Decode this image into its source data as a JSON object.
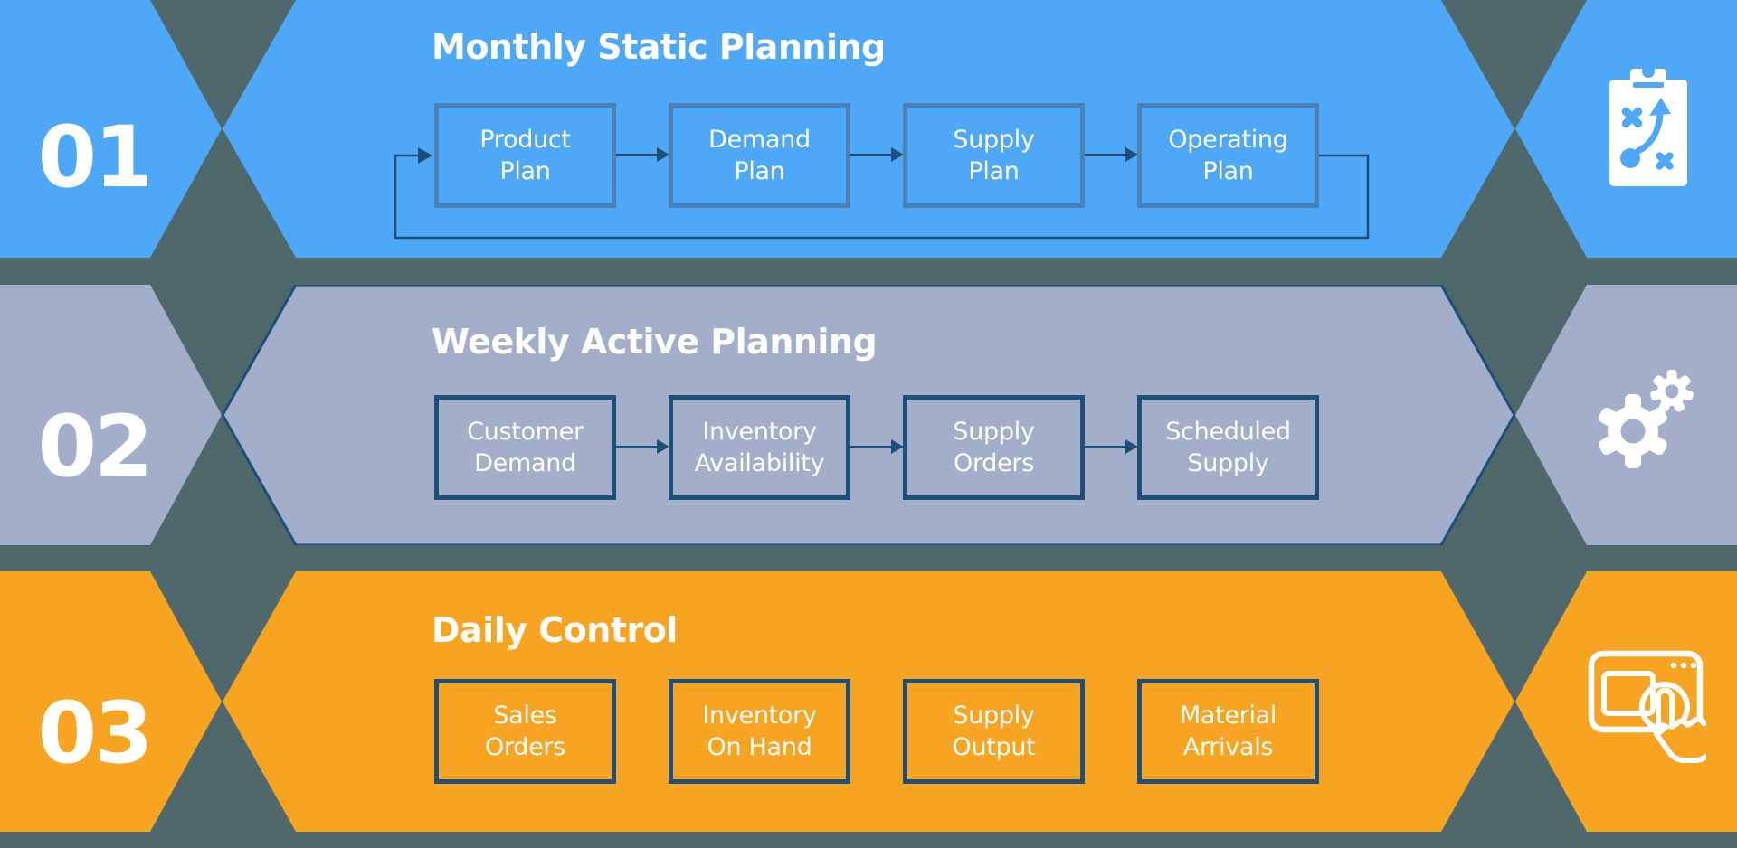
{
  "canvas": {
    "background": "#4E686B"
  },
  "colors": {
    "navy": "#1F4E79",
    "row1_blue": "#4FA7F7",
    "row1_box_border": "#4A80B4",
    "row2_lavender": "#A3AECB",
    "row3_orange": "#F8A423",
    "text_white": "#FFFFFF"
  },
  "rows": [
    {
      "number": "01",
      "title": "Monthly Static Planning",
      "icon": "strategy-clipboard-icon",
      "boxes": [
        {
          "line1": "Product",
          "line2": "Plan"
        },
        {
          "line1": "Demand",
          "line2": "Plan"
        },
        {
          "line1": "Supply",
          "line2": "Plan"
        },
        {
          "line1": "Operating",
          "line2": "Plan"
        }
      ]
    },
    {
      "number": "02",
      "title": "Weekly Active Planning",
      "icon": "gears-icon",
      "boxes": [
        {
          "line1": "Customer",
          "line2": "Demand"
        },
        {
          "line1": "Inventory",
          "line2": "Availability"
        },
        {
          "line1": "Supply",
          "line2": "Orders"
        },
        {
          "line1": "Scheduled",
          "line2": "Supply"
        }
      ]
    },
    {
      "number": "03",
      "title": "Daily Control",
      "icon": "touch-screen-icon",
      "boxes": [
        {
          "line1": "Sales",
          "line2": "Orders"
        },
        {
          "line1": "Inventory",
          "line2": "On Hand"
        },
        {
          "line1": "Supply",
          "line2": "Output"
        },
        {
          "line1": "Material",
          "line2": "Arrivals"
        }
      ]
    }
  ]
}
